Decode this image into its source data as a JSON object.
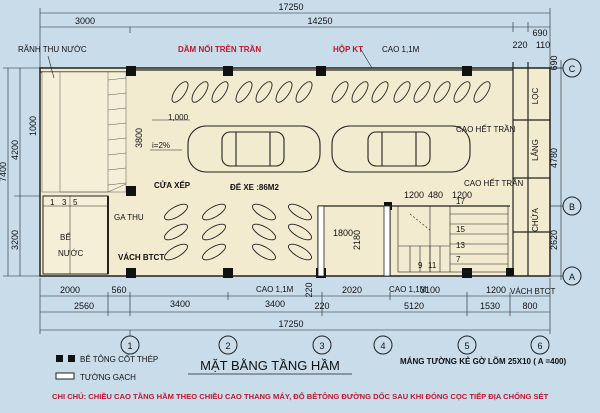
{
  "title": "MẶT BẰNG TẦNG HẦM",
  "note": "CHI CHÚ: CHIỀU CAO TẦNG HẦM THEO CHIỀU CAO THANG MÁY, ĐỔ BÊTÔNG ĐƯỜNG DỐC SAU KHI ĐÓNG CỌC TIẾP ĐỊA CHỐNG SÉT",
  "legend": {
    "concrete": "BÊ TÔNG CỐT THÉP",
    "brick": "TƯỜNG GẠCH"
  },
  "colors": {
    "background": "#c8dcea",
    "floor": "#f3ebcf",
    "accent": "#c0162c",
    "line": "#222222"
  },
  "dims": {
    "top_total": "17250",
    "top_left": "3000",
    "top_main": "14250",
    "top_r1": "220",
    "top_r2": "690",
    "top_r3": "110",
    "left_7400": "7400",
    "left_4200": "4200",
    "left_3200": "3200",
    "right_690": "690",
    "right_4780": "4780",
    "right_2620": "2620",
    "b1_2000": "2000",
    "b1_560": "560",
    "b1_3400a": "3400",
    "b1_3400b": "3400",
    "b1_220": "220",
    "b1_2020": "2020",
    "b1_3100": "3100",
    "b1_1200": "1200",
    "b2_2560": "2560",
    "b2_220": "220",
    "b2_5120": "5120",
    "b2_1530": "1530",
    "b2_800": "800",
    "b2_total": "17250",
    "stair_1200": "1200",
    "stair_480": "480",
    "stair_1200b": "1200",
    "stair_1800": "1800",
    "stair_2180": "2180",
    "elev_3800": "3800",
    "elev_1000": "1,000",
    "slope": "i=2%",
    "drain_1000": "1000"
  },
  "labels": {
    "ranh": "RÃNH THU NƯỚC",
    "dam": "DẦM NỐI TRÊN TRẦN",
    "hop": "HỘP KT",
    "cao_top": "CAO 1,1M",
    "cao_het1": "CAO HẾT TRẦN",
    "cao_het2": "CAO HẾT TRẦN",
    "cua": "CỬA XẾP",
    "dexe": "ĐỂ XE :86M2",
    "gathu": "GA THU",
    "be": "BỂ",
    "nuoc": "NƯỚC",
    "vach1": "VÁCH BTCT",
    "cao_b1": "CAO 1,1M",
    "cao_b2": "CAO 1,1M",
    "vach2": "VÁCH BTCT",
    "loc": "LỌC",
    "lang": "LẮNG",
    "chua": "CHỨA",
    "mang": "MÁNG TƯỜNG KẺ GỜ LÕM 25X10 ( A =400)"
  },
  "stairs": [
    "1",
    "3",
    "5",
    "7",
    "9",
    "11",
    "13",
    "15",
    "17"
  ],
  "axes_h": [
    "C",
    "B",
    "A"
  ],
  "axes_v": [
    "1",
    "2",
    "3",
    "4",
    "5",
    "6"
  ]
}
